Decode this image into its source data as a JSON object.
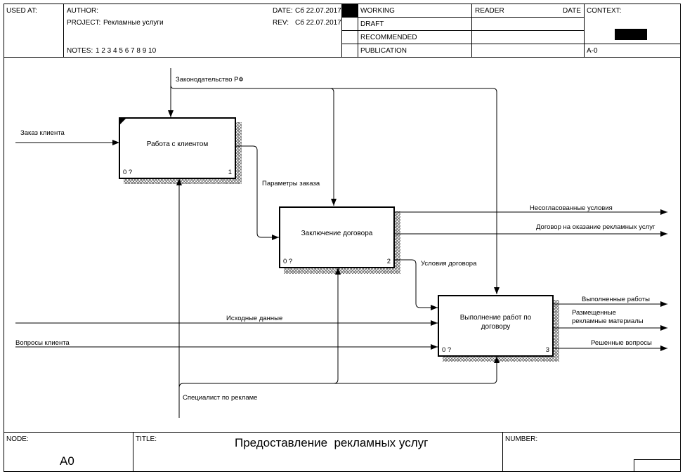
{
  "header": {
    "used_at_label": "USED AT:",
    "author_label": "AUTHOR:",
    "project_label": "PROJECT:",
    "project_value": "Рекламные услуги",
    "date_label": "DATE:",
    "date_value": "Сб 22.07.2017",
    "rev_label": "REV:",
    "rev_value": "Сб 22.07.2017",
    "notes_label": "NOTES:",
    "notes_values": "1  2  3  4  5  6  7  8  9  10",
    "status": [
      "WORKING",
      "DRAFT",
      "RECOMMENDED",
      "PUBLICATION"
    ],
    "reader_label": "READER",
    "reader_date_label": "DATE",
    "context_label": "CONTEXT:",
    "context_node": "A-0"
  },
  "boxes": [
    {
      "name": "Работа с клиентом",
      "number": "1",
      "cost": "0 ?"
    },
    {
      "name": "Заключение договора",
      "number": "2",
      "cost": "0 ?"
    },
    {
      "name": "Выполнение работ по договору",
      "number": "3",
      "cost": "0 ?"
    }
  ],
  "arrows": {
    "law": "Законодательство РФ",
    "order": "Заказ клиента",
    "params": "Параметры заказа",
    "unagreed": "Несогласованные условия",
    "contract": "Договор на оказание рекламных услуг",
    "terms": "Условия договора",
    "done_work": "Выполненные работы",
    "placed": "Размещенные рекламные материалы",
    "source": "Исходные данные",
    "questions": "Вопросы клиента",
    "solved": "Решенные вопросы",
    "specialist": "Специалист по рекламе"
  },
  "footer": {
    "node_label": "NODE:",
    "node_value": "A0",
    "title_label": "TITLE:",
    "title_value": "Предоставление  рекламных услуг",
    "number_label": "NUMBER:"
  }
}
